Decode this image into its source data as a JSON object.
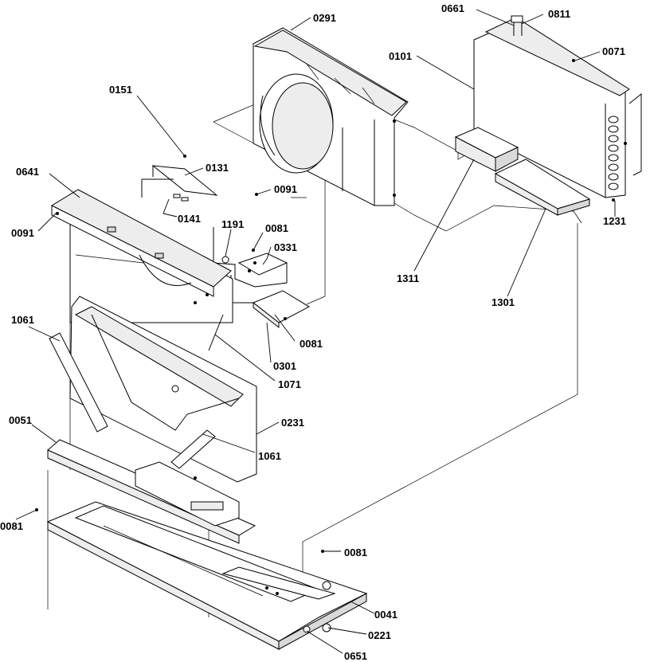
{
  "part_labels": [
    {
      "id": "p0661",
      "text": "0661"
    },
    {
      "id": "p0811",
      "text": "0811"
    },
    {
      "id": "p0291",
      "text": "0291"
    },
    {
      "id": "p0101",
      "text": "0101"
    },
    {
      "id": "p0071",
      "text": "0071"
    },
    {
      "id": "p0151",
      "text": "0151"
    },
    {
      "id": "p0131",
      "text": "0131"
    },
    {
      "id": "p0641",
      "text": "0641"
    },
    {
      "id": "p0091a",
      "text": "0091"
    },
    {
      "id": "p0141",
      "text": "0141"
    },
    {
      "id": "p1191",
      "text": "1191"
    },
    {
      "id": "p0081a",
      "text": "0081"
    },
    {
      "id": "p0091b",
      "text": "0091"
    },
    {
      "id": "p0331",
      "text": "0331"
    },
    {
      "id": "p1231",
      "text": "1231"
    },
    {
      "id": "p1311",
      "text": "1311"
    },
    {
      "id": "p1301",
      "text": "1301"
    },
    {
      "id": "p1061a",
      "text": "1061"
    },
    {
      "id": "p0081b",
      "text": "0081"
    },
    {
      "id": "p0301",
      "text": "0301"
    },
    {
      "id": "p1071",
      "text": "1071"
    },
    {
      "id": "p0051",
      "text": "0051"
    },
    {
      "id": "p0231",
      "text": "0231"
    },
    {
      "id": "p1061b",
      "text": "1061"
    },
    {
      "id": "p0081c",
      "text": "0081"
    },
    {
      "id": "p0081d",
      "text": "0081"
    },
    {
      "id": "p0041",
      "text": "0041"
    },
    {
      "id": "p0221",
      "text": "0221"
    },
    {
      "id": "p0651",
      "text": "0651"
    }
  ]
}
